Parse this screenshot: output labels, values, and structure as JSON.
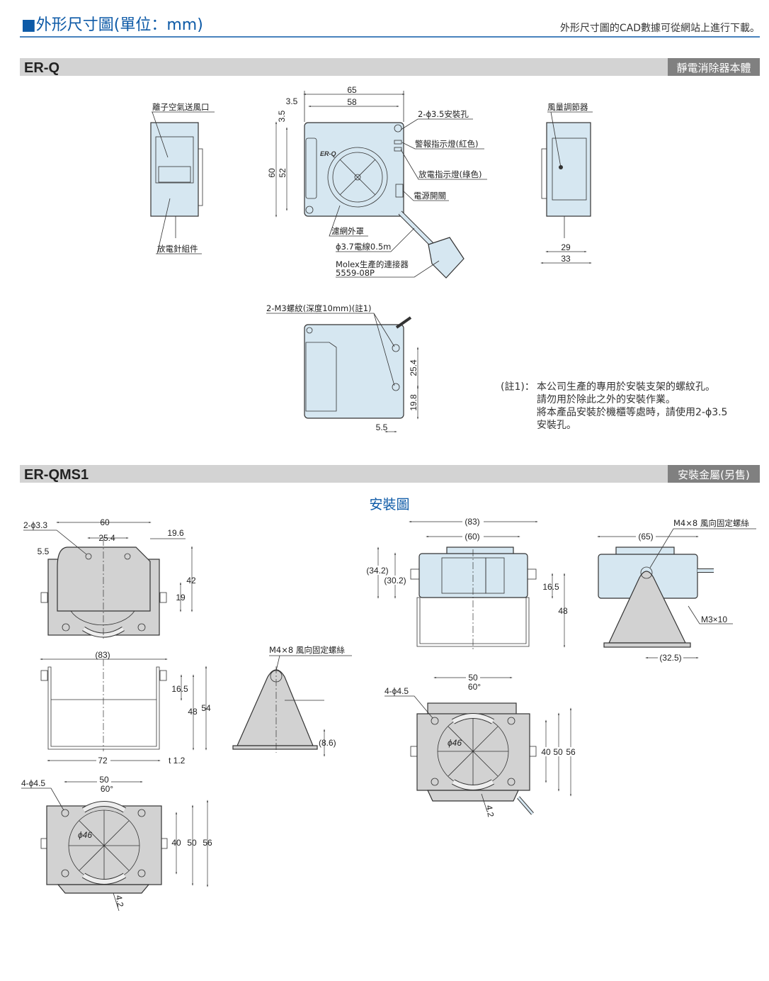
{
  "header": {
    "title": "■外形尺寸圖(單位：mm)",
    "note": "外形尺寸圖的CAD數據可從網站上進行下載。",
    "accent": "#0d5aa7"
  },
  "sections": [
    {
      "model": "ER-Q",
      "tag": "靜電消除器本體"
    },
    {
      "model": "ER-QMS1",
      "tag": "安裝金屬(另售)"
    }
  ],
  "erq": {
    "left_view": {
      "outlet": "離子空氣送風口",
      "needle": "放電針組件"
    },
    "front_view": {
      "logo": "ER-Q",
      "dims": {
        "w65": "65",
        "w58": "58",
        "x3_5": "3.5",
        "y3_5": "3.5",
        "h60": "60",
        "h52": "52"
      },
      "callouts": {
        "holes": "2-ϕ3.5安裝孔",
        "alarm_led": "警報指示燈(紅色)",
        "discharge_led": "放電指示燈(綠色)",
        "power_switch": "電源開關",
        "filter_cover": "濾網外罩",
        "cable": "ϕ3.7電線0.5m",
        "connector": "Molex生產的連接器",
        "connector_pn": "5559-08P"
      }
    },
    "right_view": {
      "regulator": "風量調節器",
      "d29": "29",
      "d33": "33"
    },
    "back_view": {
      "thread": "2-M3螺紋(深度10mm)(註1)",
      "d25_4": "25.4",
      "d19_8": "19.8",
      "d5_5": "5.5"
    },
    "note": {
      "label": "(註1)：",
      "lines": [
        "本公司生產的專用於安裝支架的螺紋孔。",
        "請勿用於除此之外的安裝作業。",
        "將本產品安裝於機櫃等處時，請使用2-ϕ3.5",
        "安裝孔。"
      ]
    }
  },
  "qms1": {
    "top": {
      "holes": "2-ϕ3.3",
      "d60": "60",
      "d25_4": "25.4",
      "d19_6": "19.6",
      "d5_5": "5.5",
      "d42": "42",
      "d19": "19"
    },
    "front": {
      "d83": "(83)",
      "d16_5": "16.5",
      "d48": "48",
      "d54": "54",
      "d72": "72",
      "t": "t 1.2"
    },
    "side": {
      "screw": "M4×8 風向固定螺絲",
      "d8_6": "(8.6)"
    },
    "bottom": {
      "holes": "4-ϕ4.5",
      "d50": "50",
      "angle": "60°",
      "phi46": "ϕ46",
      "d40": "40",
      "d50v": "50",
      "d56": "56",
      "d4_2": "4.2"
    }
  },
  "install": {
    "title": "安裝圖",
    "front": {
      "d83": "(83)",
      "d60": "(60)",
      "d34_2": "(34.2)",
      "d30_2": "(30.2)",
      "d16_5": "16.5",
      "d48": "48"
    },
    "side": {
      "screw": "M4×8 風向固定螺絲",
      "d65": "(65)",
      "m3": "M3×10",
      "d32_5": "(32.5)"
    },
    "bottom": {
      "d50": "50",
      "angle": "60°",
      "holes": "4-ϕ4.5",
      "phi46": "ϕ46",
      "d40": "40",
      "d50v": "50",
      "d56": "56",
      "d4_2": "4.2"
    }
  }
}
